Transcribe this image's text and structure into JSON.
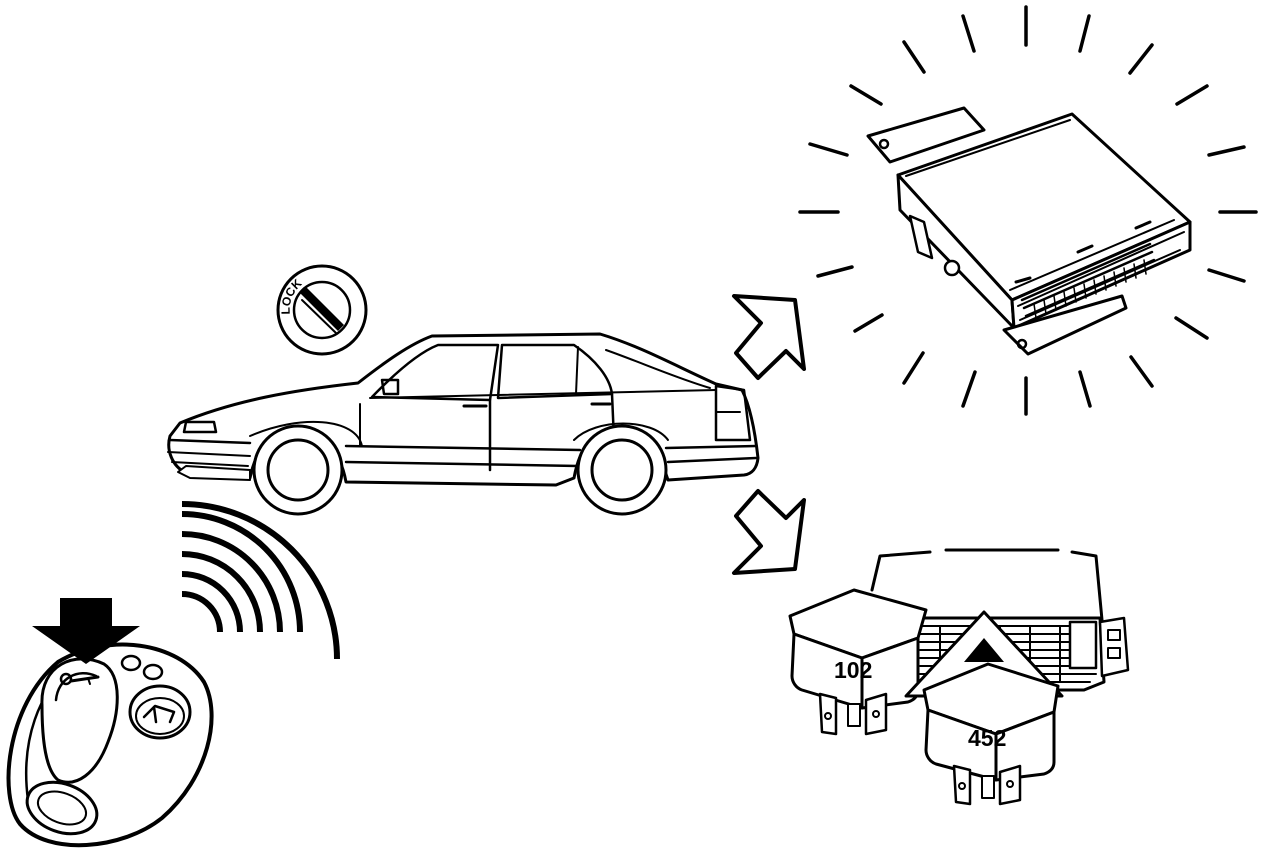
{
  "lock_cylinder": {
    "label": "LOCK"
  },
  "relays": [
    {
      "number": "102"
    },
    {
      "number": "452"
    }
  ],
  "icons": {
    "key_fob": "key-fob-icon",
    "press_arrow": "down-arrow-icon",
    "radio_signal": "radio-waves-icon",
    "car": "car-icon",
    "ignition_lock": "lock-cylinder-icon",
    "control_unit": "control-unit-icon",
    "activity_rays": "activity-rays-icon",
    "arrow_up": "arrow-up-right-icon",
    "arrow_down": "arrow-down-right-icon",
    "relay_box": "relay-box-icon",
    "warning": "warning-triangle-icon"
  },
  "colors": {
    "line": "#000000",
    "background": "#ffffff"
  }
}
